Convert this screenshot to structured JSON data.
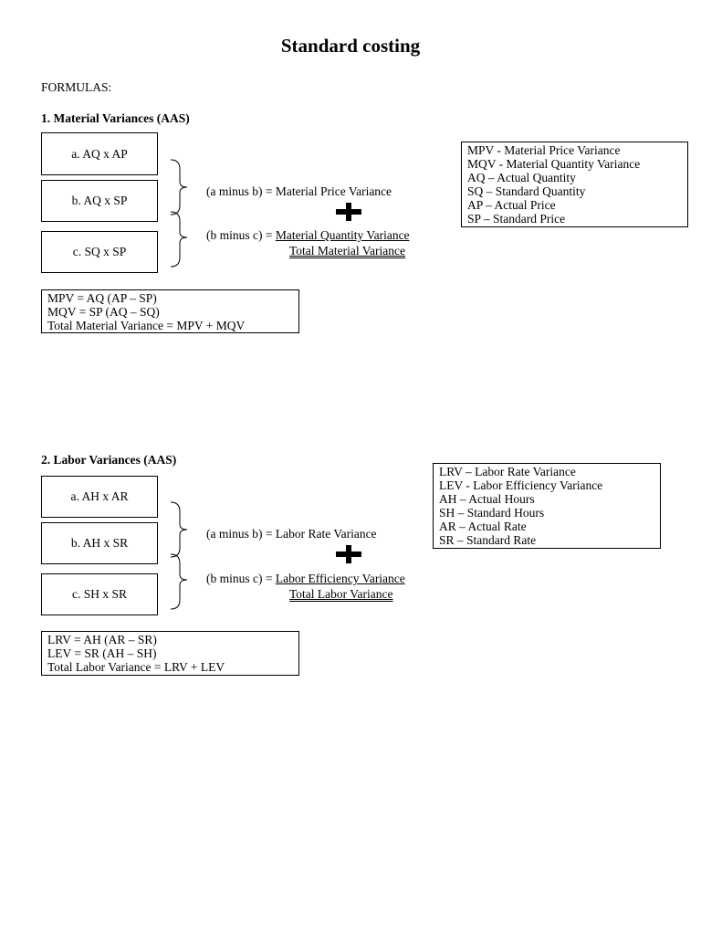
{
  "title": "Standard costing",
  "formulas_heading": "FORMULAS:",
  "material": {
    "heading": "1. Material Variances (AAS)",
    "boxes": [
      "a. AQ x AP",
      "b. AQ x SP",
      "c. SQ  x SP"
    ],
    "price_line": "(a minus b) = Material Price Variance",
    "quantity_prefix": "(b minus c) = ",
    "quantity_label": "Material Quantity Variance",
    "total_label": "Total Material Variance",
    "legend": [
      "MPV - Material Price Variance",
      "MQV -  Material Quantity Variance",
      "AQ – Actual Quantity",
      "SQ  – Standard Quantity",
      "AP  – Actual Price",
      "SP  – Standard Price"
    ],
    "formulas": [
      "MPV = AQ (AP – SP)",
      "MQV = SP (AQ – SQ)",
      "Total Material Variance = MPV + MQV"
    ]
  },
  "labor": {
    "heading": "2. Labor Variances (AAS)",
    "boxes": [
      "a. AH x AR",
      "b. AH x SR",
      "c. SH  x SR"
    ],
    "rate_line": "(a minus b) = Labor Rate Variance",
    "efficiency_prefix": "(b minus c) = ",
    "efficiency_label": "Labor  Efficiency Variance",
    "total_label": "Total Labor Variance",
    "legend": [
      "LRV – Labor Rate Variance",
      "LEV -  Labor  Efficiency Variance",
      "AH – Actual Hours",
      "SH  – Standard Hours",
      "AR  – Actual Rate",
      "SR  – Standard Rate"
    ],
    "formulas": [
      "LRV = AH (AR – SR)",
      "LEV = SR (AH – SH)",
      "Total Labor Variance = LRV + LEV"
    ]
  }
}
